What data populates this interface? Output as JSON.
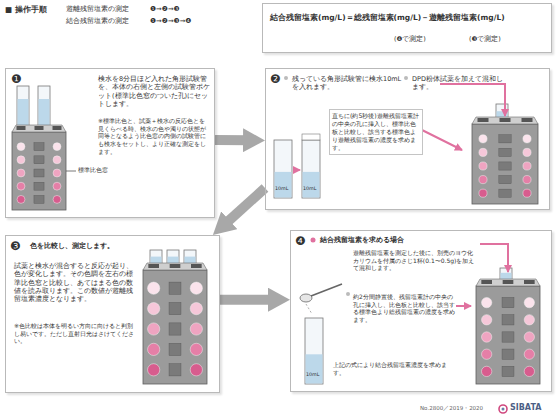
{
  "diagram": {
    "nodes": [
      {
        "text": [
          "結合残留塩素(mg/L)＝総残留塩素(mg/L)－遊離残留塩素(mg/L)",
          "(❹で測定)",
          "(❸で測定)"
        ]
      },
      {
        "text": [
          "❶",
          "検水を8分目ほど入れた角形試験管を、本体の右側と左側の試験管ポケット(標準比色窓のついた孔)にセットします。",
          "※標準比色と、試薬＋検水の反応色とを見くらべる時、検水の色や濁りの状態が同等となるよう比色窓の内側の試験管にも検水をセットし、より正確な測定をします。"
        ]
      },
      {
        "text": [
          "❷",
          "残っている角形試験管に検水10mLを入れます。",
          "DPD粉体試薬を加えて混和します。",
          "直ちに(約5秒後)遊離残留塩素計の中央の孔に挿入し、標準比色板と比較し、該当する標準色より遊離残留塩素の濃度を求めます。"
        ]
      },
      {
        "text": [
          "❸",
          "色を比較し、測定します。",
          "試薬と検水が混合すると反応が起り、色が変化します。その色調を左右の標準比色窓と比較し、あてはまる色の数値を読み取ります。この数値が遊離残留塩素濃度となります。",
          "※色比較は本体を明るい方向に向けると判別し易いです。ただし直射日光はさけてください。"
        ]
      },
      {
        "text": [
          "❹",
          "結合残留塩素を求める場合",
          "遊離残留塩素を測定した後に、別売のヨウ化カリウムを付属のさじ1杯(0.1〜0.5g)を加えて混和します。",
          "約2分間静置後、残留塩素計の中央の孔に挿入し、比色板と比較し、該当する標準色より総残留塩素の濃度を求めます。",
          "上記の式により結合残留塩素濃度を求めます。"
        ]
      }
    ],
    "edges": [
      {
        "from": 1,
        "to": 2,
        "arrow": "to"
      },
      {
        "from": 2,
        "to": 3,
        "arrow": "to"
      },
      {
        "from": 3,
        "to": 4,
        "arrow": "to"
      }
    ],
    "labels": [
      "■ 操作手順",
      "遊離残留塩素の測定",
      "❶→❷→❸",
      "結合残留塩素の測定",
      "❶→❷→❸→❹",
      "標準比色窓",
      "10mL",
      "10mL",
      "10mL",
      "No.2800／2019・2020",
      "SIBATA"
    ]
  }
}
